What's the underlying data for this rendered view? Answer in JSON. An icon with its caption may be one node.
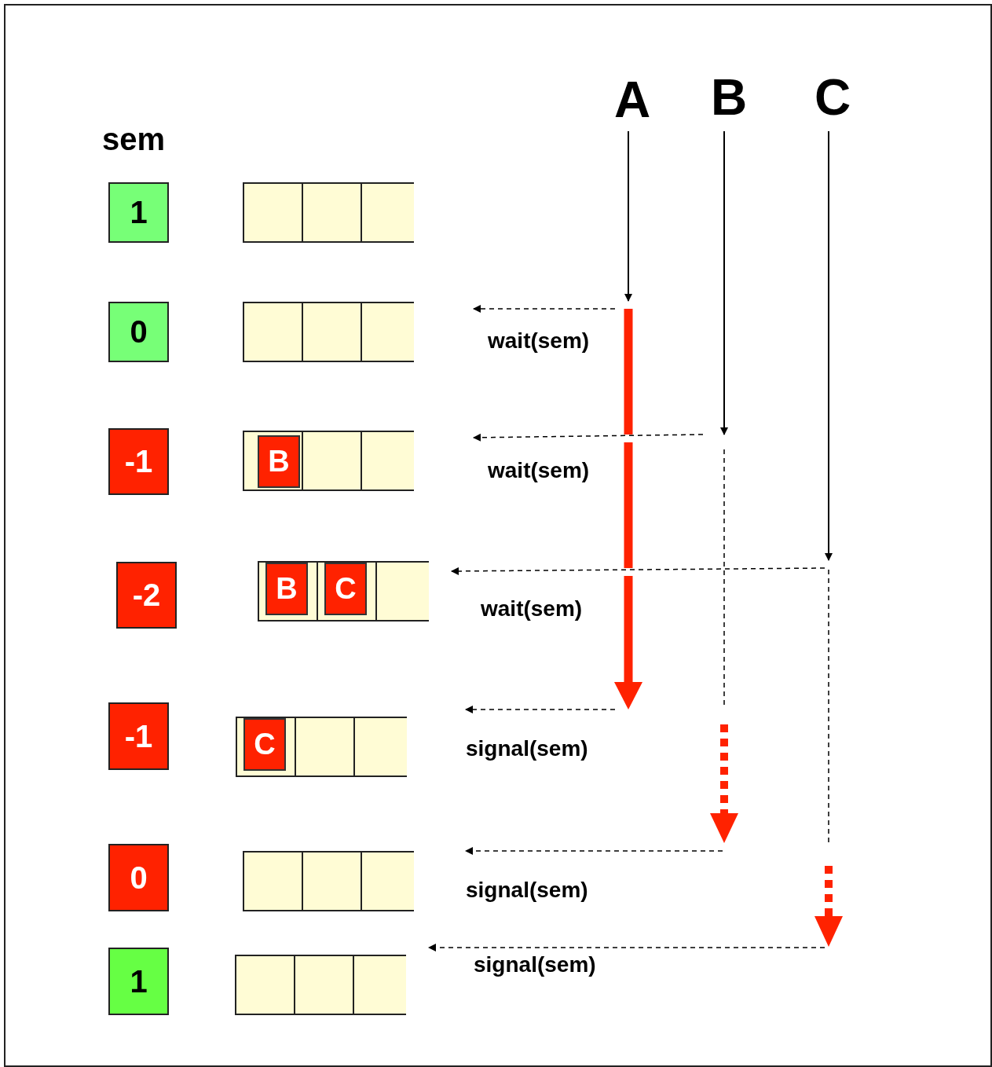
{
  "diagram": {
    "nodes": [
      {
        "text": [
          "A"
        ]
      },
      {
        "text": [
          "B"
        ]
      },
      {
        "text": [
          "C"
        ]
      },
      {
        "text": [
          "1"
        ]
      },
      {
        "text": [],
        "shape": "box"
      },
      {
        "text": [
          "0"
        ]
      },
      {
        "text": [],
        "shape": "box"
      },
      {
        "text": [
          "-1"
        ]
      },
      {
        "text": [],
        "shape": "box"
      },
      {
        "text": [
          "B"
        ],
        "in": 8
      },
      {
        "text": [
          "-2"
        ]
      },
      {
        "text": [],
        "shape": "box"
      },
      {
        "text": [
          "B"
        ],
        "in": 11
      },
      {
        "text": [
          "C"
        ],
        "in": 11
      },
      {
        "text": [
          "-1"
        ]
      },
      {
        "text": [],
        "shape": "box"
      },
      {
        "text": [
          "C"
        ],
        "in": 15
      },
      {
        "text": [
          "0"
        ]
      },
      {
        "text": [],
        "shape": "box"
      },
      {
        "text": [
          "1"
        ]
      },
      {
        "text": [],
        "shape": "box"
      }
    ],
    "edges": [
      {
        "from": 0,
        "to": null,
        "arrow": "to"
      },
      {
        "from": 1,
        "to": null,
        "arrow": "to"
      },
      {
        "from": 2,
        "to": null,
        "arrow": "to"
      }
    ],
    "labels": [
      "sem",
      "wait(sem)",
      "wait(sem)",
      "wait(sem)",
      "signal(sem)",
      "signal(sem)",
      "signal(sem)"
    ]
  }
}
